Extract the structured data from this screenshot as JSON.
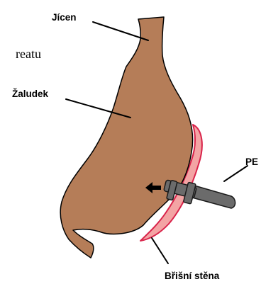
{
  "labels": {
    "esophagus": "Jícen",
    "stomach": "Žaludek",
    "tube": "PE",
    "abdominal_wall": "Břišní stěna",
    "fragment": "reatu"
  },
  "colors": {
    "stomach_fill": "#B57D58",
    "stomach_stroke": "#000000",
    "wall_fill": "#F3A4A4",
    "wall_stroke": "#D9234A",
    "tube_fill": "#6B6B6B",
    "tube_stroke": "#1A1A1A",
    "arrow": "#000000"
  },
  "icons": {
    "direction": "arrow-left-icon"
  }
}
